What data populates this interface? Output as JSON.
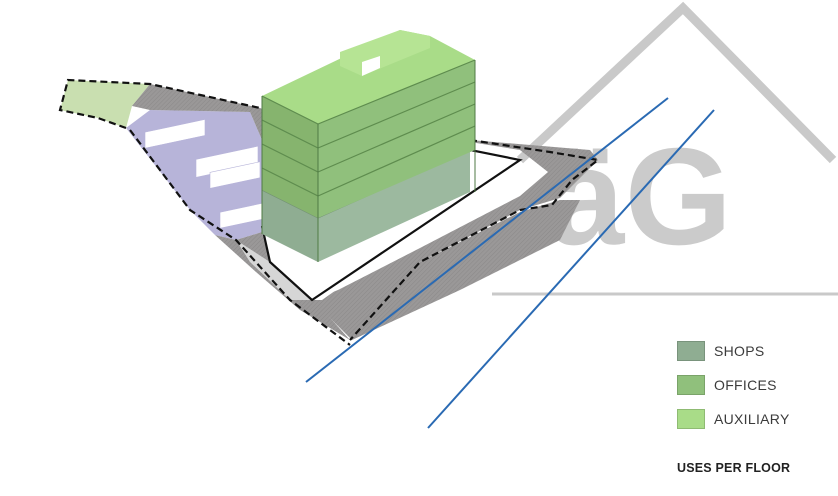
{
  "logo": {
    "text": "äG",
    "color": "#c9c9c9"
  },
  "legend": {
    "title": "USES PER FLOOR",
    "items": [
      {
        "label": "SHOPS",
        "color": "#8fad92"
      },
      {
        "label": "OFFICES",
        "color": "#90c07c"
      },
      {
        "label": "AUXILIARY",
        "color": "#a9dc88"
      }
    ]
  },
  "colors": {
    "road": "#9a9898",
    "parking": "#b7b4d9",
    "garden": "#c9dfb0",
    "streetline": "#2a6ab3",
    "boundary": "#111111"
  }
}
